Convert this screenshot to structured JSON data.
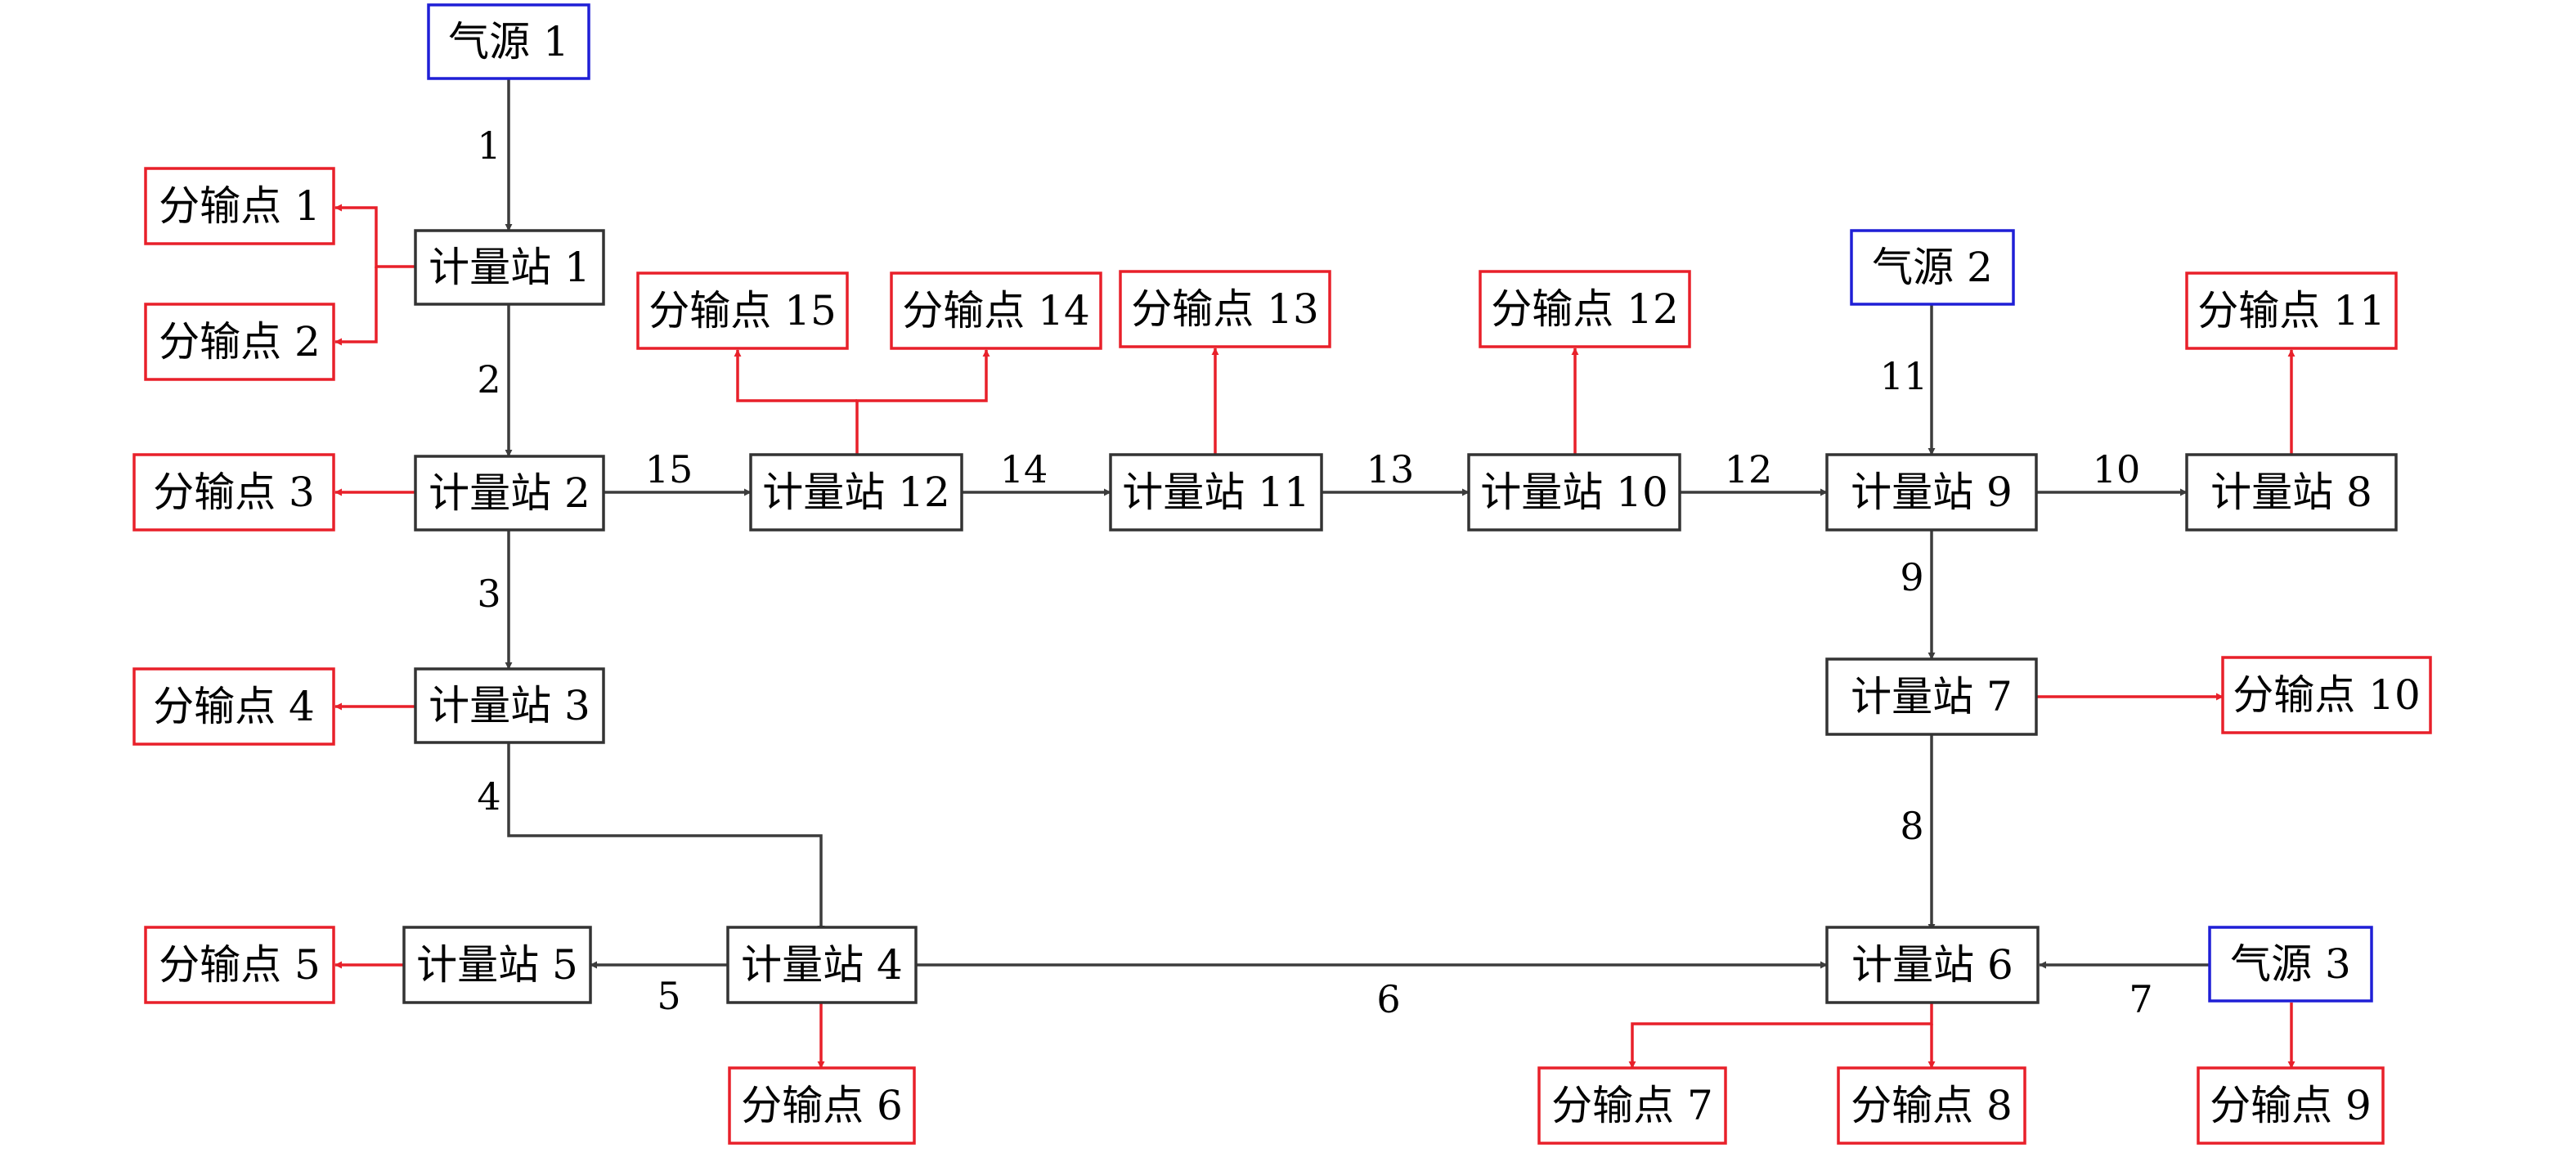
{
  "colors": {
    "source": "#1f1fd6",
    "station": "#333333",
    "offtake": "#e8202a",
    "pipe": "#3c3c3c",
    "branch": "#e8202a"
  },
  "nodes": {
    "src1": "气源 1",
    "src2": "气源 2",
    "src3": "气源 3",
    "st1": "计量站 1",
    "st2": "计量站 2",
    "st3": "计量站 3",
    "st4": "计量站 4",
    "st5": "计量站 5",
    "st6": "计量站 6",
    "st7": "计量站 7",
    "st8": "计量站 8",
    "st9": "计量站 9",
    "st10": "计量站 10",
    "st11": "计量站 11",
    "st12": "计量站 12",
    "off1": "分输点 1",
    "off2": "分输点 2",
    "off3": "分输点 3",
    "off4": "分输点 4",
    "off5": "分输点 5",
    "off6": "分输点 6",
    "off7": "分输点 7",
    "off8": "分输点 8",
    "off9": "分输点 9",
    "off10": "分输点 10",
    "off11": "分输点 11",
    "off12": "分输点 12",
    "off13": "分输点 13",
    "off14": "分输点 14",
    "off15": "分输点 15"
  },
  "pipes": {
    "p1": "1",
    "p2": "2",
    "p3": "3",
    "p4": "4",
    "p5": "5",
    "p6": "6",
    "p7": "7",
    "p8": "8",
    "p9": "9",
    "p10": "10",
    "p11": "11",
    "p12": "12",
    "p13": "13",
    "p14": "14",
    "p15": "15"
  }
}
